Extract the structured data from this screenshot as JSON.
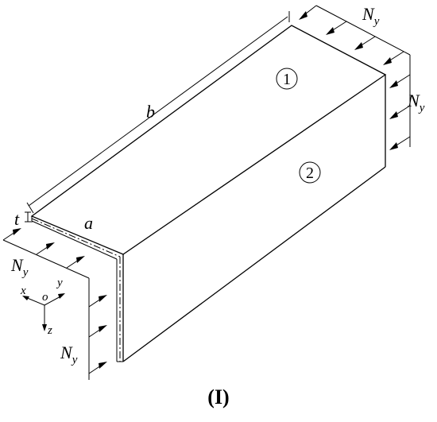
{
  "figure": {
    "label": "(I)",
    "dimensions": {
      "length": "b",
      "width": "a",
      "thickness": "t"
    },
    "faces": [
      "1",
      "2"
    ],
    "load": {
      "symbol": "N",
      "subscript": "y"
    },
    "axes": {
      "origin": "o",
      "x": "x",
      "y": "y",
      "z": "z"
    }
  }
}
